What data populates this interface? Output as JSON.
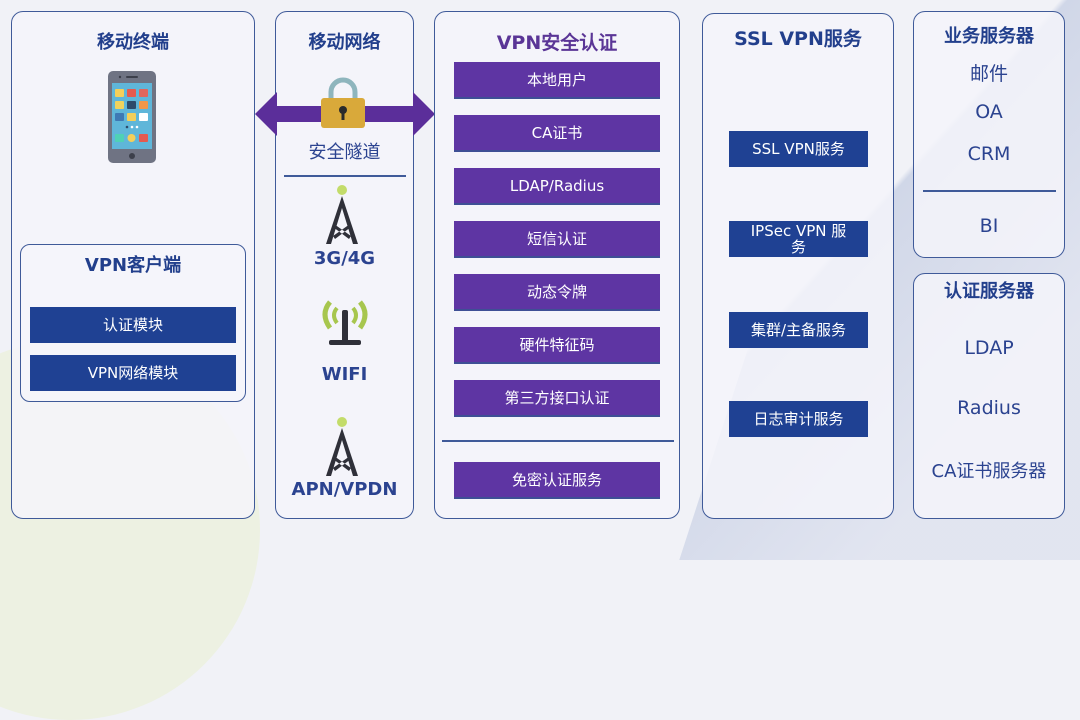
{
  "diagram": {
    "mobile_terminal": {
      "title": "移动终端",
      "device_icon": "smartphone-icon",
      "client": {
        "title": "VPN客户端",
        "modules": [
          "认证模块",
          "VPN网络模块"
        ]
      }
    },
    "mobile_network": {
      "title": "移动网络",
      "tunnel": {
        "icon": "padlock-icon",
        "label": "安全隧道",
        "arrow": "double-arrow-icon"
      },
      "access_types": [
        {
          "icon": "cell-tower-icon",
          "label": "3G/4G"
        },
        {
          "icon": "wifi-antenna-icon",
          "label": "WIFI"
        },
        {
          "icon": "cell-tower-icon",
          "label": "APN/VPDN"
        }
      ]
    },
    "vpn_auth": {
      "title": "VPN安全认证",
      "methods": [
        "本地用户",
        "CA证书",
        "LDAP/Radius",
        "短信认证",
        "动态令牌",
        "硬件特征码",
        "第三方接口认证"
      ],
      "extra": "免密认证服务"
    },
    "ssl_vpn": {
      "title": "SSL VPN服务",
      "services": [
        "SSL VPN服务",
        "IPSec VPN 服务",
        "集群/主备服务",
        "日志审计服务"
      ]
    },
    "business_servers": {
      "title": "业务服务器",
      "items": [
        "邮件",
        "OA",
        "CRM"
      ],
      "extra": "BI"
    },
    "auth_servers": {
      "title": "认证服务器",
      "items": [
        "LDAP",
        "Radius",
        "CA证书服务器"
      ]
    }
  },
  "colors": {
    "panel_border": "#3f5a99",
    "title_blue": "#223f8c",
    "box_blue": "#1f4193",
    "box_purple": "#5e35a3",
    "arrow_purple": "#5b2e9a",
    "title_purple": "#5a3596"
  }
}
